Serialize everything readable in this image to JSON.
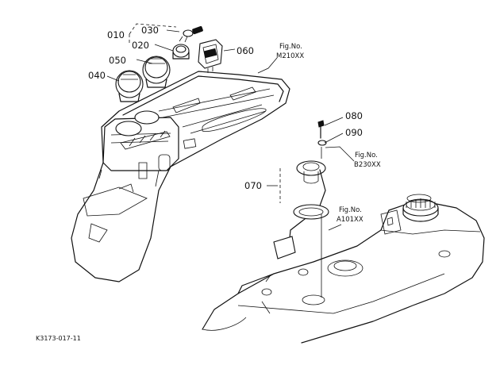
{
  "parts": [
    {
      "id": "p010",
      "label": "010"
    },
    {
      "id": "p020",
      "label": "020"
    },
    {
      "id": "p030",
      "label": "030"
    },
    {
      "id": "p040",
      "label": "040"
    },
    {
      "id": "p050",
      "label": "050"
    },
    {
      "id": "p060",
      "label": "060"
    },
    {
      "id": "p070",
      "label": "070"
    },
    {
      "id": "p080",
      "label": "080"
    },
    {
      "id": "p090",
      "label": "090"
    }
  ],
  "fig_refs": [
    {
      "id": "m210",
      "label": "Fig.No.",
      "code": "M210XX"
    },
    {
      "id": "b230",
      "label": "Fig.No.",
      "code": "B230XX"
    },
    {
      "id": "a101",
      "label": "Fig.No.",
      "code": "A101XX"
    }
  ],
  "drawing_code": "K3173-017-11"
}
